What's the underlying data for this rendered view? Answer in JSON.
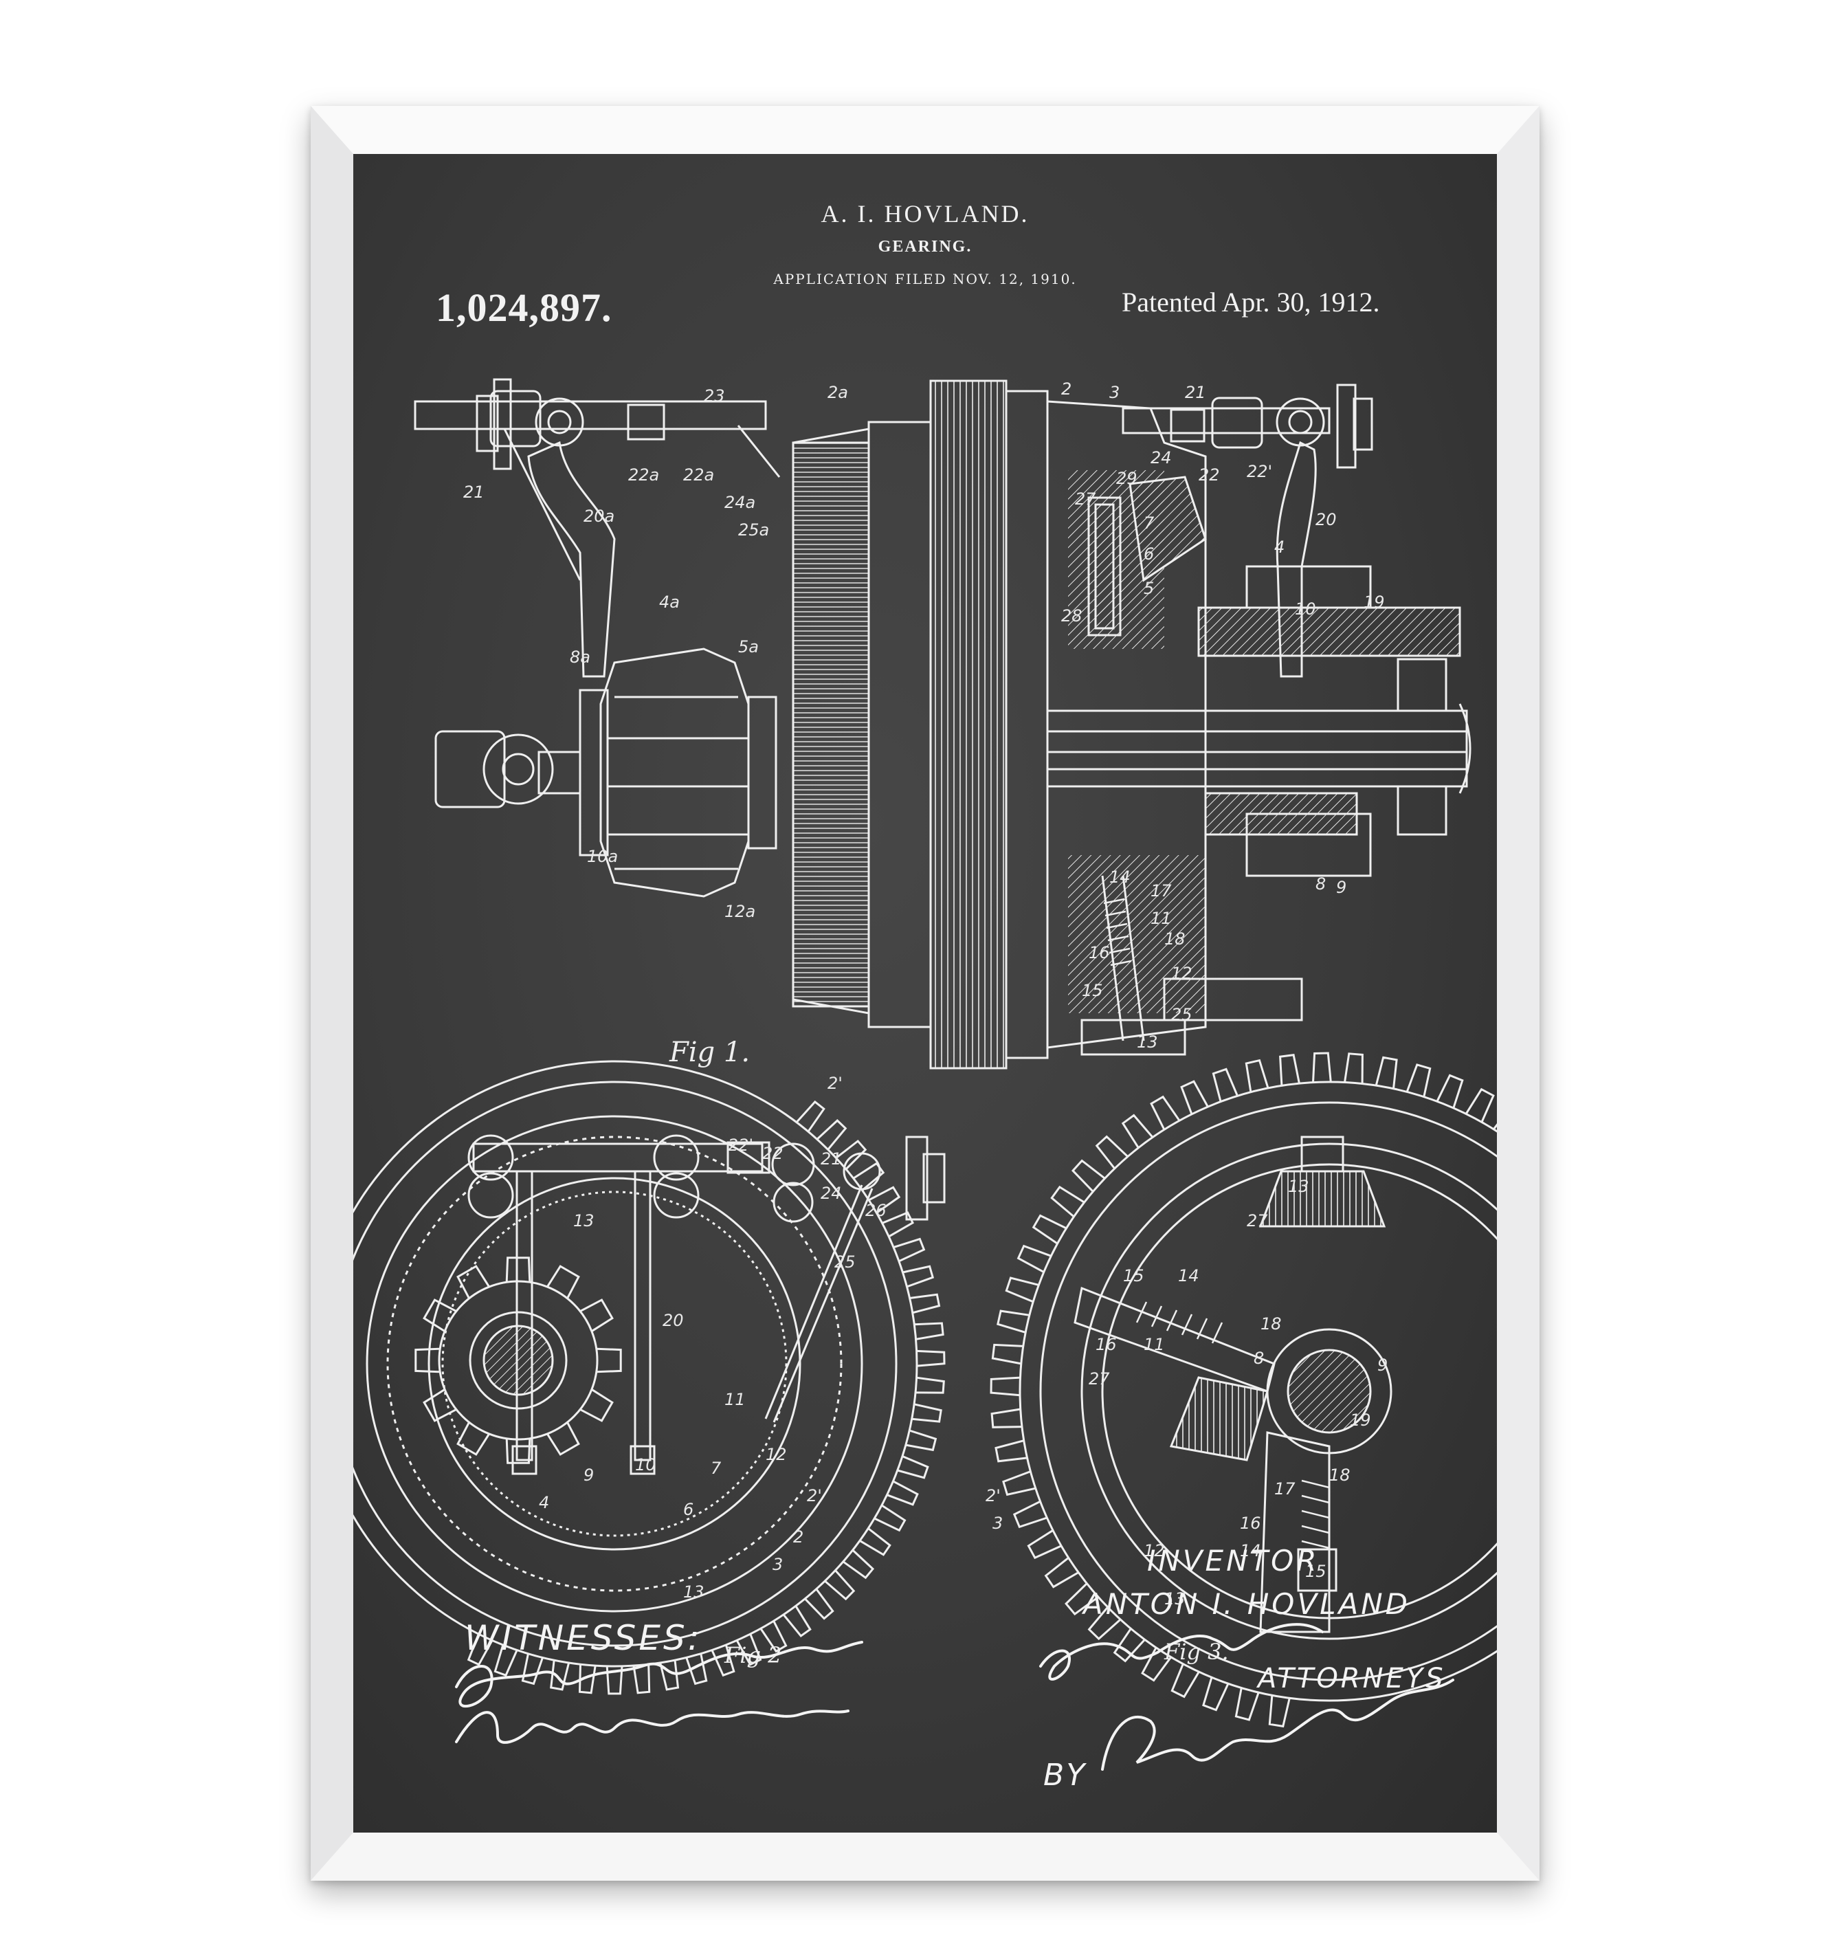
{
  "header": {
    "inventor_name": "A. I. HOVLAND.",
    "title": "GEARING.",
    "application": "APPLICATION FILED NOV. 12, 1910.",
    "patent_number": "1,024,897.",
    "patented_date": "Patented Apr. 30, 1912."
  },
  "figures": {
    "fig1": "Fig 1.",
    "fig2": "Fig 2",
    "fig3": "Fig 3."
  },
  "reference_numerals": {
    "fig1": [
      "23",
      "2a",
      "2",
      "3",
      "21",
      "21",
      "22a",
      "22a",
      "24a",
      "25a",
      "20a",
      "4a",
      "5a",
      "8a",
      "10a",
      "12a",
      "29",
      "27",
      "7",
      "6",
      "28",
      "5",
      "4",
      "10",
      "19",
      "20",
      "24",
      "22",
      "22'",
      "14",
      "17",
      "11",
      "18",
      "16",
      "15",
      "12",
      "25",
      "13",
      "8",
      "9",
      "2'"
    ],
    "fig2": [
      "22'",
      "22",
      "21",
      "24",
      "26",
      "25",
      "13",
      "20",
      "11",
      "12",
      "7",
      "6",
      "10",
      "9",
      "4",
      "2'",
      "2",
      "3",
      "13"
    ],
    "fig3": [
      "13",
      "27",
      "14",
      "15",
      "16",
      "11",
      "8",
      "9",
      "18",
      "19",
      "27",
      "17",
      "18",
      "16",
      "14",
      "15",
      "12",
      "13",
      "2'",
      "3"
    ]
  },
  "signatures": {
    "witnesses_label": "WITNESSES:",
    "witness_1": "Geo. Eckland",
    "witness_2": "A.M. Wahlstrom",
    "inventor_label": "INVENTOR",
    "inventor": "ANTON I. HOVLAND",
    "attorneys_signature": "By Paul & Paul",
    "attorneys_label": "ATTORNEYS",
    "by_label": "BY",
    "by_signature": "Richard Paul"
  },
  "colors": {
    "chalkboard": "#3a3a3a",
    "chalk": "#f2f2f2",
    "frame": "#f3f3f4"
  }
}
